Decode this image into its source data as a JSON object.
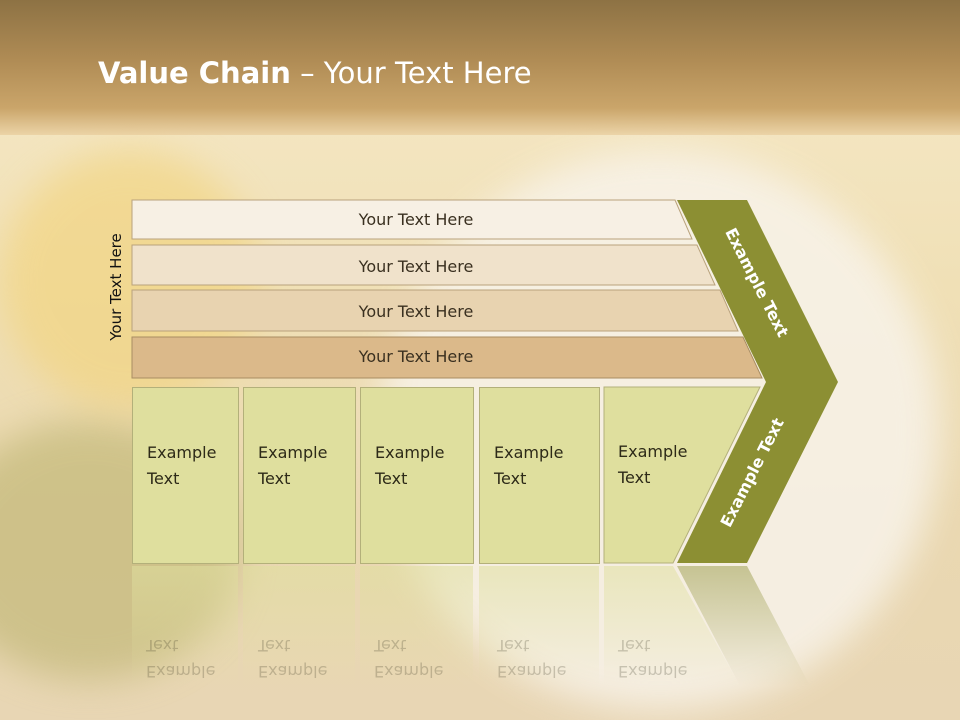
{
  "title": {
    "bold": "Value Chain",
    "rest": " – Your Text Here"
  },
  "side_label": "Your Text Here",
  "bars": [
    {
      "text": "Your Text Here",
      "fill": "#f7f0e4"
    },
    {
      "text": "Your Text Here",
      "fill": "#f0e2cb"
    },
    {
      "text": "Your Text Here",
      "fill": "#e8d3b0"
    },
    {
      "text": "Your Text Here",
      "fill": "#dbb98a"
    }
  ],
  "boxes": [
    {
      "line1": "Example",
      "line2": "Text"
    },
    {
      "line1": "Example",
      "line2": "Text"
    },
    {
      "line1": "Example",
      "line2": "Text"
    },
    {
      "line1": "Example",
      "line2": "Text"
    },
    {
      "line1": "Example",
      "line2": "Text"
    }
  ],
  "chevron": {
    "upper_text": "Example Text",
    "lower_text": "Example Text",
    "color": "#8c8f33"
  }
}
